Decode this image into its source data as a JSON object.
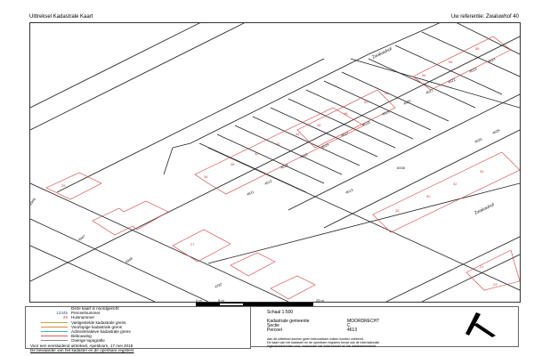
{
  "header": {
    "title": "Uittreksel Kadastrale Kaart",
    "reference": "Uw referentie: Zwaluwhof 40"
  },
  "map": {
    "streets": [
      "Zwaluwhof",
      "Zwaluwhof"
    ],
    "parcels": [
      "4946",
      "4947",
      "4948",
      "4787",
      "6008",
      "4613",
      "4611",
      "4612",
      "4614",
      "4615",
      "4616",
      "4617",
      "4618",
      "4619",
      "4620",
      "4621",
      "4622",
      "4623",
      "4624",
      "4625",
      "4626"
    ],
    "house_numbers": [
      "36",
      "38",
      "40",
      "42",
      "44",
      "46",
      "48",
      "50",
      "52",
      "54",
      "56",
      "58",
      "28",
      "30",
      "32",
      "34",
      "21",
      "23",
      "25",
      "27"
    ]
  },
  "scale_bar": {
    "labels": [
      "0 m",
      "5 m",
      "25 m"
    ]
  },
  "legend": {
    "sample_parcel": "12345",
    "sample_house": "26",
    "items": [
      "Deze kaart is noordgericht",
      "Perceelnummer",
      "Huisnummer",
      "Vastgestelde kadastrale grens",
      "Voorlopige kadastrale grens",
      "Administratieve kadastrale grens",
      "Bebouwing",
      "Overige topografie"
    ],
    "colors": [
      "#b5a83a",
      "#e08a3c",
      "#3ab5c8",
      "#e05a5a",
      "#888888"
    ],
    "footer1": "Voor een eensluidend uittreksel, Apeldoorn, 17 mei 2018",
    "footer2": "De bewaarder van het kadaster en de openbare registers"
  },
  "info": {
    "scale": "Schaal 1:500",
    "municipality_label": "Kadastrale gemeente",
    "municipality": "MOORDRECHT",
    "section_label": "Sectie",
    "section": "C",
    "parcel_label": "Perceel",
    "parcel": "4613",
    "disclaimer1": "Aan dit uittreksel kunnen geen betrouwbare maten worden ontleend.",
    "disclaimer2": "De kaart van het kadaster en de openbare registers bevat ook de internationale",
    "disclaimer3": "eigendomsrechten voor, waaronder het auteursrecht en het databankenrecht."
  }
}
